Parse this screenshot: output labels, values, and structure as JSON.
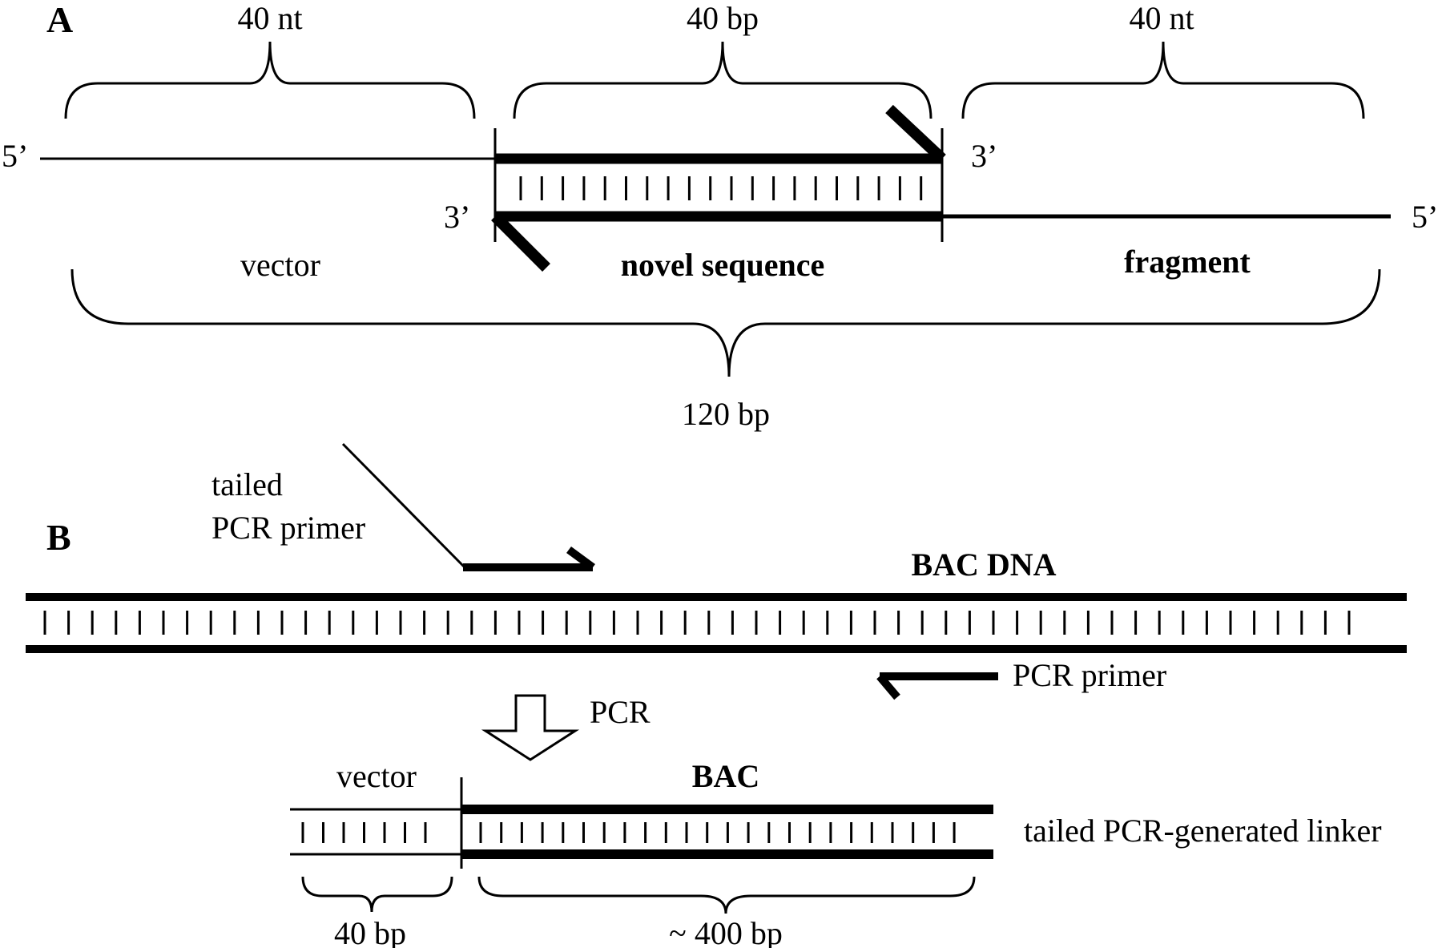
{
  "panel_a": {
    "letter": "A",
    "left_length": "40 nt",
    "middle_length": "40 bp",
    "right_length": "40 nt",
    "five_prime_left": "5’",
    "three_prime_top": "3’",
    "three_prime_left": "3’",
    "five_prime_right": "5’",
    "vector_label": "vector",
    "novel_label": "novel sequence",
    "fragment_label": "fragment",
    "total_length": "120 bp"
  },
  "panel_b": {
    "letter": "B",
    "tailed_primer_line1": "tailed",
    "tailed_primer_line2": "PCR primer",
    "bac_dna_label": "BAC  DNA",
    "pcr_primer_label": "PCR primer",
    "pcr_step_label": "PCR",
    "vector_label": "vector",
    "bac_label": "BAC",
    "linker_label": "tailed PCR-generated linker",
    "left_length": "40 bp",
    "right_length": "~ 400 bp"
  }
}
